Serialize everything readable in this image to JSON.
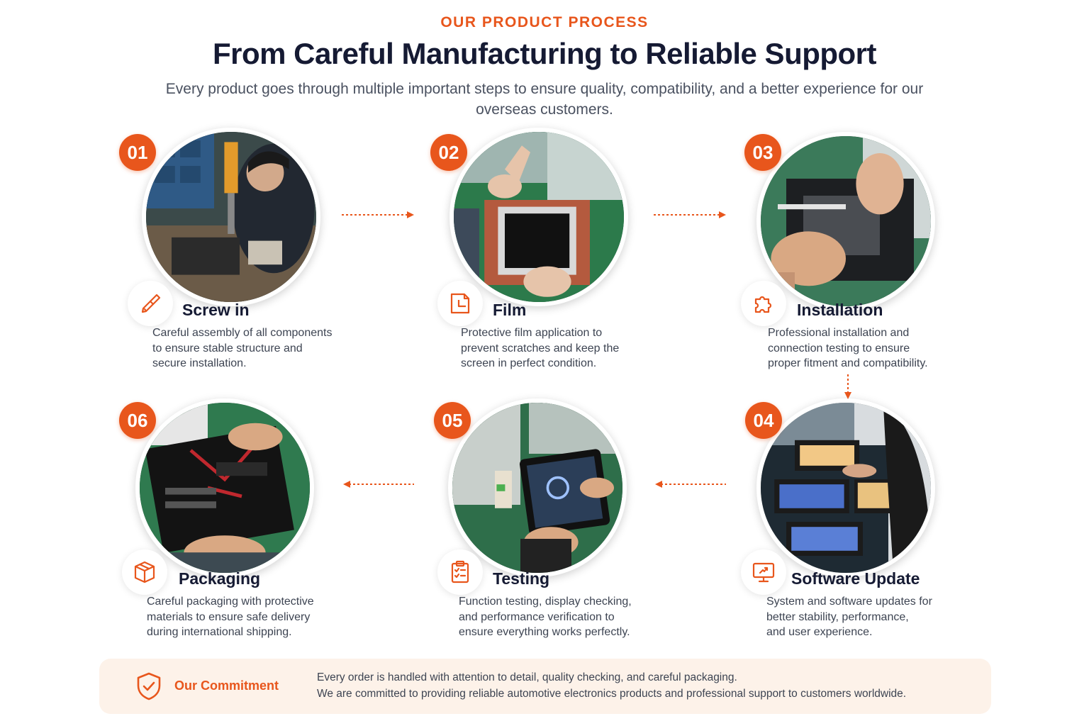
{
  "header": {
    "eyebrow": "OUR PRODUCT PROCESS",
    "title": "From Careful Manufacturing to Reliable Support",
    "subtitle": "Every product goes through multiple important steps to ensure quality, compatibility, and a better experience for our overseas customers."
  },
  "colors": {
    "accent": "#e8561c",
    "heading": "#151a33",
    "body": "#3d4452",
    "panel": "#fdf2e9"
  },
  "steps": [
    {
      "number": "01",
      "title": "Screw in",
      "icon": "screwdriver-icon",
      "description": "Careful assembly of all components\nto ensure stable structure and\n       secure installation."
    },
    {
      "number": "02",
      "title": "Film",
      "icon": "film-sheet-icon",
      "description": "Protective film application to\nprevent scratches and keep the\nscreen in perfect condition."
    },
    {
      "number": "03",
      "title": "Installation",
      "icon": "puzzle-icon",
      "description": "Professional installation and\nconnection testing to ensure\nproper fitment and compatibility."
    },
    {
      "number": "04",
      "title": "Software Update",
      "icon": "monitor-update-icon",
      "description": "System and software updates for\nbetter stability, performance,\nand user experience."
    },
    {
      "number": "05",
      "title": "Testing",
      "icon": "clipboard-check-icon",
      "description": "Function testing, display checking,\nand performance verification to\nensure everything works perfectly."
    },
    {
      "number": "06",
      "title": "Packaging",
      "icon": "box-icon",
      "description": "Careful packaging with protective\nmaterials to ensure safe delivery\nduring international shipping."
    }
  ],
  "commitment": {
    "icon": "shield-check-icon",
    "title": "Our Commitment",
    "line1": "Every order is handled with attention to detail, quality checking, and careful packaging.",
    "line2": "We are committed to providing reliable automotive electronics products and professional support to customers worldwide."
  }
}
